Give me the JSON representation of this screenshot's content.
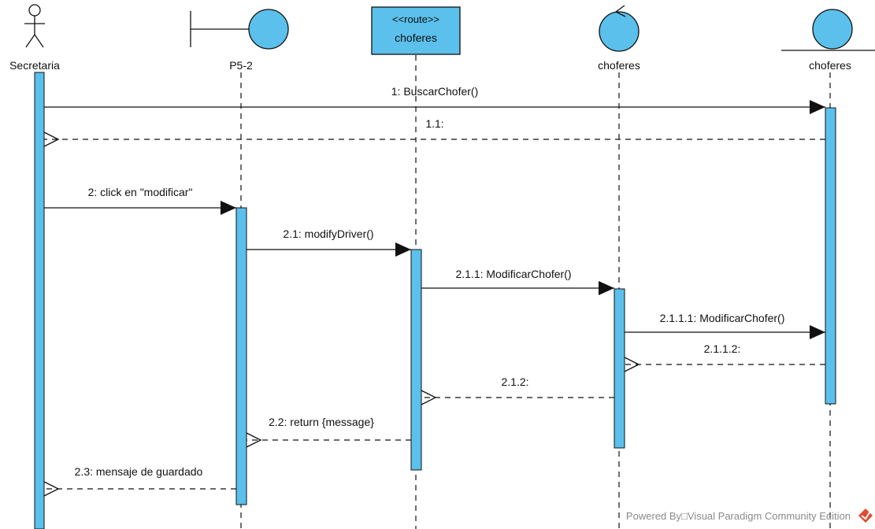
{
  "colors": {
    "fill": "#5bc0eb",
    "stroke": "#1a1a1a",
    "route_fill": "#5bc0eb",
    "watermark": "#8a8a8a",
    "logo": "#e2492e"
  },
  "participants": [
    {
      "id": "secretaria",
      "kind": "actor",
      "label": "Secretaria"
    },
    {
      "id": "p52",
      "kind": "boundary",
      "label": "P5-2"
    },
    {
      "id": "route",
      "kind": "route-class",
      "stereotype": "<<route>>",
      "label": "choferes"
    },
    {
      "id": "control",
      "kind": "control",
      "label": "choferes"
    },
    {
      "id": "entity",
      "kind": "entity",
      "label": "choferes"
    }
  ],
  "messages": [
    {
      "id": "m1",
      "label": "1: BuscarChofer()",
      "type": "sync"
    },
    {
      "id": "m1_1",
      "label": "1.1:",
      "type": "return"
    },
    {
      "id": "m2",
      "label": "2: click en \"modificar\"",
      "type": "sync"
    },
    {
      "id": "m2_1",
      "label": "2.1: modifyDriver()",
      "type": "sync"
    },
    {
      "id": "m2_1_1",
      "label": "2.1.1: ModificarChofer()",
      "type": "sync"
    },
    {
      "id": "m2_1_1_1",
      "label": "2.1.1.1: ModificarChofer()",
      "type": "sync"
    },
    {
      "id": "m2_1_1_2",
      "label": "2.1.1.2:",
      "type": "return"
    },
    {
      "id": "m2_1_2",
      "label": "2.1.2:",
      "type": "return"
    },
    {
      "id": "m2_2",
      "label": "2.2: return {message}",
      "type": "return"
    },
    {
      "id": "m2_3",
      "label": "2.3: mensaje de guardado",
      "type": "return"
    }
  ],
  "watermark": {
    "text": "Powered By□Visual Paradigm Community Edition",
    "logo_icon": "visual-paradigm-logo-icon"
  }
}
